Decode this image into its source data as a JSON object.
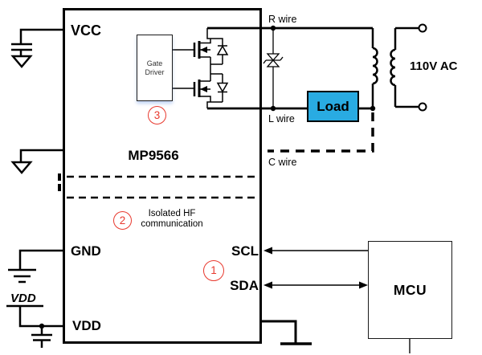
{
  "colors": {
    "callout_red": "#e8392e",
    "load_fill": "#29abe2",
    "wire_black": "#000000"
  },
  "chip": {
    "title": "MP9566",
    "pin_vcc": "VCC",
    "pin_gnd": "GND",
    "pin_vdd": "VDD",
    "pin_scl": "SCL",
    "pin_sda": "SDA",
    "gate_driver_line1": "Gate",
    "gate_driver_line2": "Driver",
    "isolation_line1": "Isolated HF",
    "isolation_line2": "communication"
  },
  "callouts": {
    "c1": "1",
    "c2": "2",
    "c3": "3"
  },
  "labels": {
    "r_wire": "R wire",
    "l_wire": "L wire",
    "c_wire": "C wire",
    "ac_source": "110V AC",
    "vdd_rail": "VDD"
  },
  "blocks": {
    "load": "Load",
    "mcu": "MCU"
  }
}
